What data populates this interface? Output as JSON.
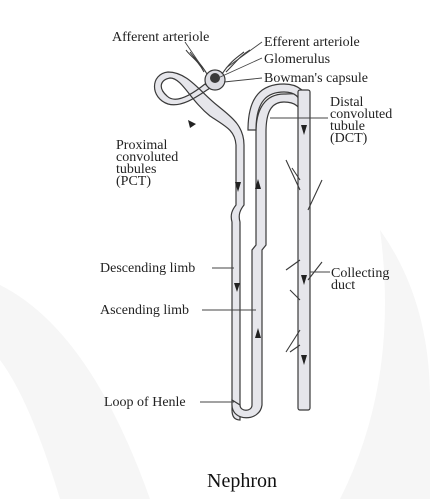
{
  "labels": {
    "afferent": "Afferent arteriole",
    "efferent": "Efferent arteriole",
    "glomerulus": "Glomerulus",
    "bowman": "Bowman's capsule",
    "pct": "Proximal\nconvoluted\ntubules\n(PCT)",
    "dct": "Distal\nconvoluted\ntubule\n(DCT)",
    "descending": "Descending limb",
    "ascending": "Ascending limb",
    "collecting": "Collecting\nduct",
    "henle": "Loop of Henle"
  },
  "caption": "Nephron",
  "colors": {
    "tubule": "#e6e6eb",
    "outline": "#3a3a3a",
    "watermark": "#f4f4f4"
  }
}
